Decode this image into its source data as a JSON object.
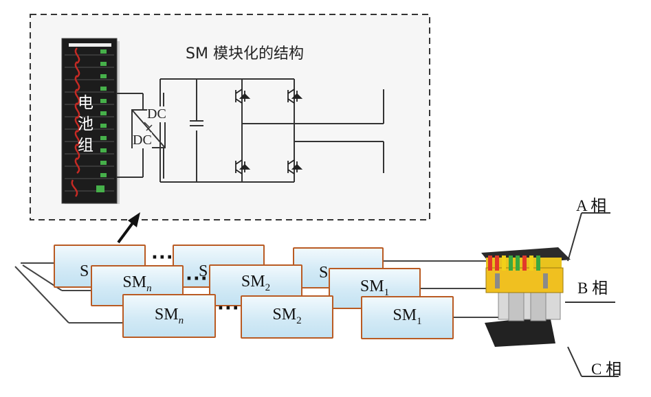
{
  "diagram": {
    "structure_title": "SM 模块化的结构",
    "battery_label": [
      "电",
      "池",
      "组"
    ],
    "dcdc_top": "DC",
    "dcdc_bottom": "DC",
    "ellipsis": "···",
    "modules": {
      "row1": [
        {
          "base": "S",
          "sub": ""
        },
        {
          "base": "S",
          "sub": ""
        },
        {
          "base": "S",
          "sub": ""
        }
      ],
      "row2": [
        {
          "base": "SM",
          "sub": "n"
        },
        {
          "base": "SM",
          "sub": "2"
        },
        {
          "base": "SM",
          "sub": "1"
        }
      ],
      "row3": [
        {
          "base": "SM",
          "sub": "n"
        },
        {
          "base": "SM",
          "sub": "2"
        },
        {
          "base": "SM",
          "sub": "1"
        }
      ]
    },
    "phases": {
      "a": "A 相",
      "b": "B 相",
      "c": "C 相"
    }
  }
}
